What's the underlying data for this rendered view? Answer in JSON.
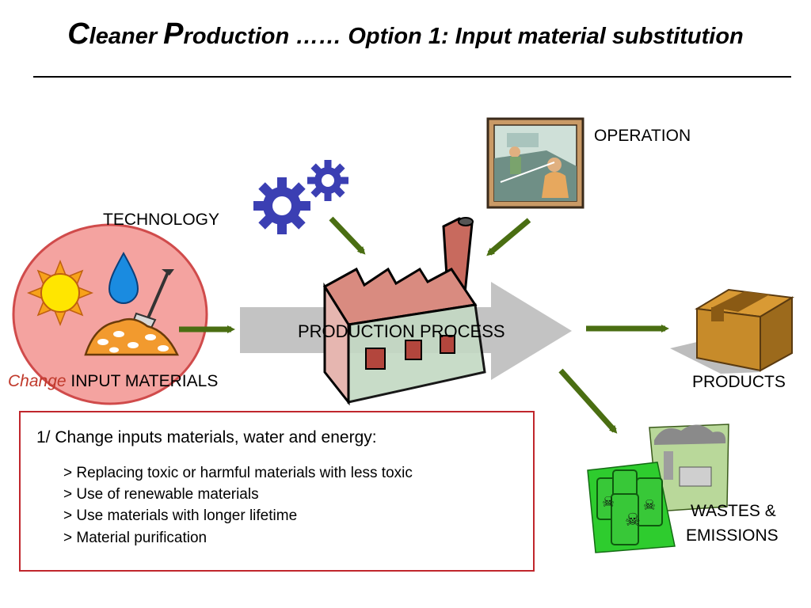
{
  "title": {
    "c_letter": "C",
    "leaner": "leaner ",
    "p_letter": "P",
    "rest": "roduction …… Option 1: Input material substitution"
  },
  "labels": {
    "technology": "TECHNOLOGY",
    "operation": "OPERATION",
    "production_process": "PRODUCTION  PROCESS",
    "products": "PRODUCTS",
    "change_word": "Change",
    "input_materials": " INPUT MATERIALS",
    "wastes_line1": "WASTES &",
    "wastes_line2": "EMISSIONS"
  },
  "bullet_box": {
    "heading": "1/ Change inputs materials, water and energy:",
    "items": [
      "> Replacing toxic or harmful materials with less toxic",
      "> Use of renewable materials",
      "> Use materials with longer lifetime",
      "> Material purification"
    ]
  },
  "colors": {
    "arrow_green": "#4a6e12",
    "process_arrow": "#bdbdbd",
    "gear_blue": "#3b3fb3",
    "input_circle": "#f4a3a0",
    "box_border": "#c0262c",
    "change_text": "#c0392b"
  }
}
